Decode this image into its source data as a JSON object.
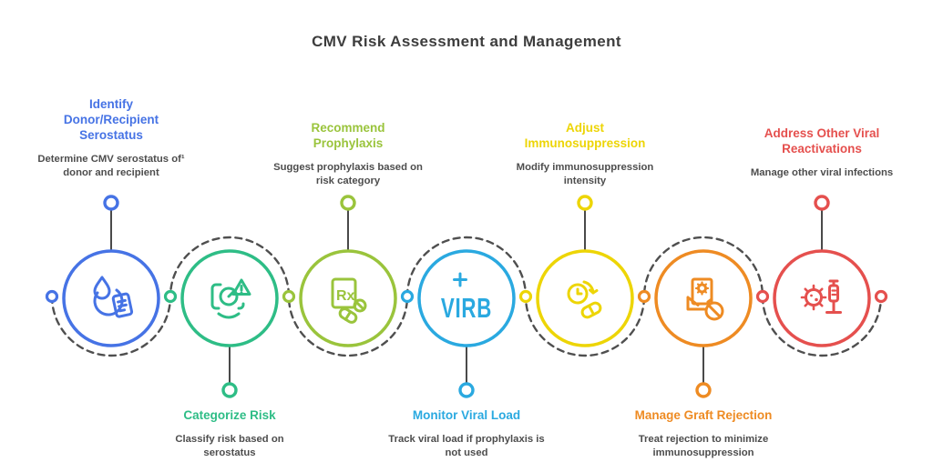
{
  "title": "CMV Risk Assessment and Management",
  "steps": [
    {
      "title": "Identify\nDonor/Recipient\nSerostatus",
      "description": "Determine CMV serostatus of¹\ndonor and recipient",
      "color": "#4673E5",
      "icon": "blood-test-icon",
      "label_position": "top"
    },
    {
      "title": "Categorize Risk",
      "description": "Classify risk based on\nserostatus",
      "color": "#2EBD86",
      "icon": "risk-gauge-warning-icon",
      "label_position": "bottom"
    },
    {
      "title": "Recommend\nProphylaxis",
      "description": "Suggest prophylaxis based on\nrisk category",
      "color": "#9AC43C",
      "icon": "prescription-pills-icon",
      "icon_text": "Rx",
      "label_position": "top"
    },
    {
      "title": "Monitor Viral Load",
      "description": "Track viral load if prophylaxis is\nnot used",
      "color": "#2AA9E0",
      "icon": "virb-monitor-icon",
      "icon_text": "VIRB",
      "label_position": "bottom"
    },
    {
      "title": "Adjust\nImmunosuppression",
      "description": "Modify immunosuppression\nintensity",
      "color": "#EDD506",
      "icon": "clock-refresh-pill-icon",
      "label_position": "top"
    },
    {
      "title": "Manage Graft Rejection",
      "description": "Treat rejection to minimize\nimmunosuppression",
      "color": "#EE8B23",
      "icon": "document-gear-blocked-icon",
      "label_position": "bottom"
    },
    {
      "title": "Address Other Viral\nReactivations",
      "description": "Manage other viral infections",
      "color": "#E5504E",
      "icon": "virus-microscope-icon",
      "label_position": "top"
    }
  ],
  "connector_rings": [
    {
      "color": "#4673E5"
    },
    {
      "color": "#2EBD86"
    },
    {
      "color": "#9AC43C"
    },
    {
      "color": "#2AA9E0"
    },
    {
      "color": "#EDD506"
    },
    {
      "color": "#EE8B23"
    },
    {
      "color": "#E5504E"
    },
    {
      "color": "#E5504E"
    }
  ]
}
